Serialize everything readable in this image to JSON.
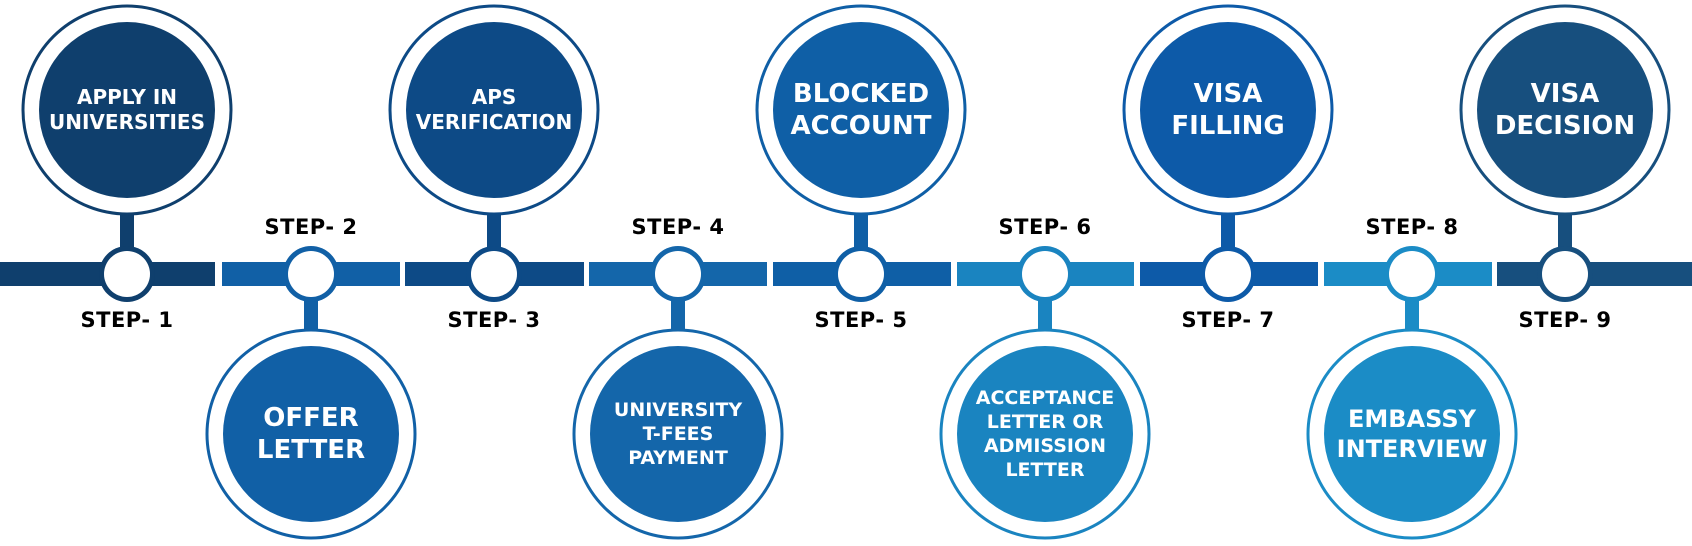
{
  "colors": {
    "step_1": "#0f3f6d",
    "step_2": "#1160a6",
    "step_3": "#0d4a86",
    "step_4": "#1466aa",
    "step_5": "#0f5fa6",
    "step_6": "#1a84c0",
    "step_7": "#0d5aa8",
    "step_8": "#1b8cc6",
    "step_9": "#174f7e",
    "ring": "#ffffff"
  },
  "steps": [
    {
      "label": "STEP- 1",
      "title": "APPLY IN\nUNIVERSITIES",
      "position": "top"
    },
    {
      "label": "STEP- 2",
      "title": "OFFER\nLETTER",
      "position": "bottom"
    },
    {
      "label": "STEP- 3",
      "title": "APS\nVERIFICATION",
      "position": "top"
    },
    {
      "label": "STEP- 4",
      "title": "UNIVERSITY\nT-FEES\nPAYMENT",
      "position": "bottom"
    },
    {
      "label": "STEP- 5",
      "title": "BLOCKED\nACCOUNT",
      "position": "top"
    },
    {
      "label": "STEP- 6",
      "title": "ACCEPTANCE\nLETTER OR\nADMISSION\nLETTER",
      "position": "bottom"
    },
    {
      "label": "STEP- 7",
      "title": "VISA\nFILLING",
      "position": "top"
    },
    {
      "label": "STEP- 8",
      "title": "EMBASSY\nINTERVIEW",
      "position": "bottom"
    },
    {
      "label": "STEP- 9",
      "title": "VISA\nDECISION",
      "position": "top"
    }
  ]
}
